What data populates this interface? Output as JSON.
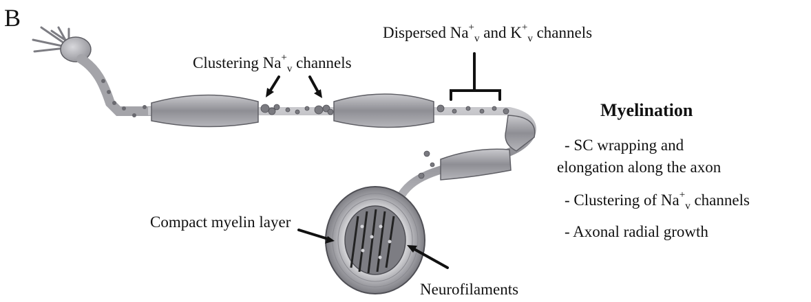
{
  "panel_label": "B",
  "labels": {
    "dispersed": {
      "pre": "Dispersed Na",
      "sup1": "+",
      "sub1": "v",
      "mid": " and K",
      "sup2": "+",
      "sub2": "v",
      "post": " channels"
    },
    "clustering": {
      "pre": "Clustering Na",
      "sup": "+",
      "sub": "v",
      "post": " channels"
    },
    "compact_myelin": "Compact myelin layer",
    "neurofilaments": "Neurofilaments"
  },
  "myelination": {
    "title": "Myelination",
    "bullet1_line1": "- SC wrapping and",
    "bullet1_line2": "elongation along the axon",
    "bullet2": {
      "pre": "- Clustering of Na",
      "sup": "+",
      "sub": "v",
      "post": " channels"
    },
    "bullet3": "- Axonal radial growth"
  },
  "colors": {
    "ink": "#111111",
    "sheath": "#9a9a9e",
    "sheath_dark": "#6e6e74",
    "axon": "#bdbdc2"
  }
}
